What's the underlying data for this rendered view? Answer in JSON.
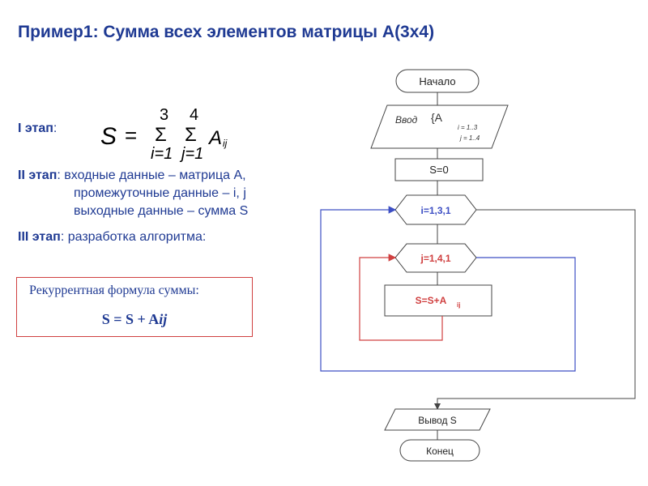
{
  "title": {
    "prefix": "Пример1",
    "rest": ": Сумма всех элементов матрицы А(3х4)"
  },
  "stage1": {
    "label": "I этап",
    "colon": ":",
    "formula": {
      "lhs": "S",
      "eq": "=",
      "upper1": "3",
      "upper2": "4",
      "sigma": "Σ",
      "lower1": "i=1",
      "lower2": "j=1",
      "term": "A",
      "term_sub": "ij"
    }
  },
  "stage2": {
    "label": "II этап",
    "line1": ": входные данные – матрица А,",
    "line2": "промежуточные данные – i, j",
    "line3": "выходные данные –  сумма S"
  },
  "stage3": {
    "label": "III этап",
    "text": ": разработка алгоритма:"
  },
  "recurrent": {
    "caption": "Рекуррентная формула суммы:",
    "expr_main": "S = S + A",
    "expr_idx": "ij"
  },
  "flowchart": {
    "start": "Начало",
    "input_word": "Ввод",
    "input_set": "{A",
    "input_idx_i": "i = 1..3",
    "input_idx_j": "j = 1..4",
    "init": "S=0",
    "loop_i": "i=1,3,1",
    "loop_j": "j=1,4,1",
    "body": "S=S+A",
    "body_sub": "ij",
    "output": "Вывод S",
    "end": "Конец"
  },
  "colors": {
    "text_blue": "#1f3a93",
    "outer_loop": "#3d4fc4",
    "inner_loop": "#d04040",
    "shape_stroke": "#444444",
    "loop_label": "#3d4fc4",
    "inner_label": "#d04040"
  }
}
